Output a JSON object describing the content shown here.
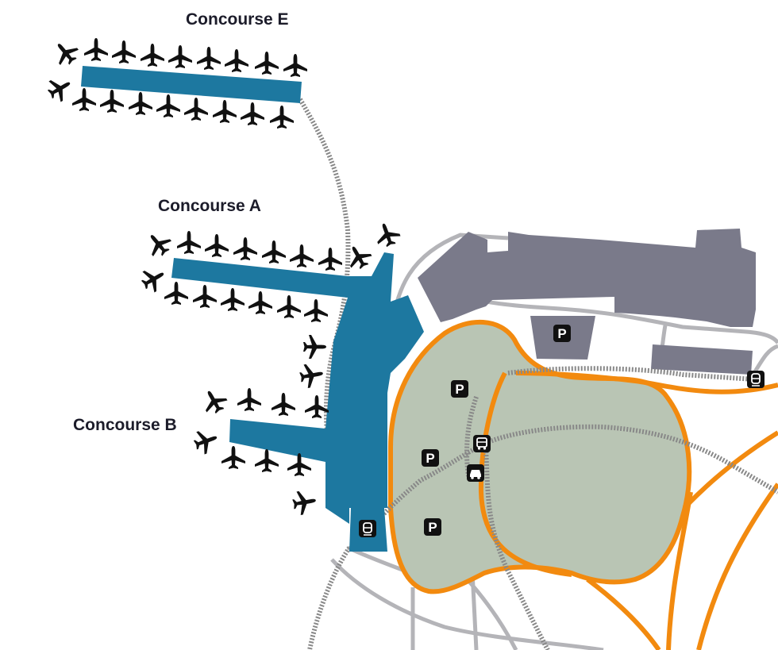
{
  "map": {
    "labels": {
      "concourse_e": "Concourse E",
      "concourse_a": "Concourse A",
      "concourse_b": "Concourse B"
    },
    "parking_symbol": "P",
    "colors": {
      "concourse": "#1d78a0",
      "building": "#7a7a8a",
      "parking_area": "#b9c5b4",
      "road": "#f28a0f",
      "path": "#b4b4b8",
      "rail": "#888888",
      "icon": "#111111"
    },
    "icons": [
      "airplane-icon",
      "parking-icon",
      "bus-icon",
      "taxi-icon",
      "train-icon"
    ]
  }
}
